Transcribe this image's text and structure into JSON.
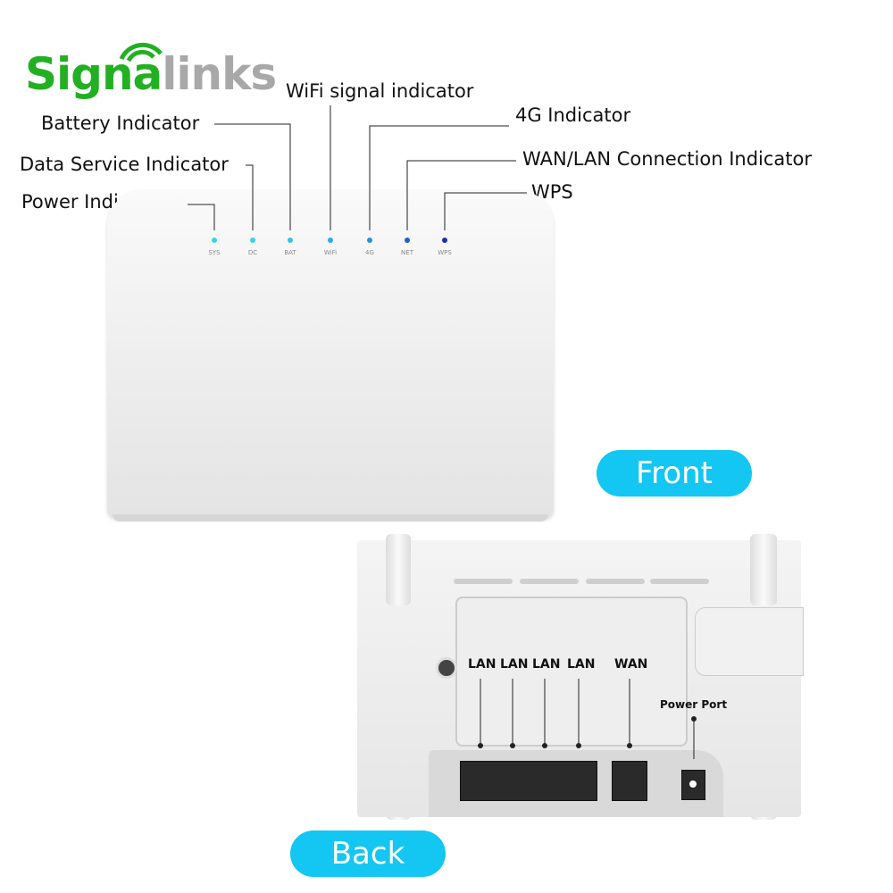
{
  "logo": {
    "text_green": "Signa",
    "text_gray": "links"
  },
  "annotations": {
    "wifi": "WiFi signal indicator",
    "battery": "Battery Indicator",
    "g4": "4G Indicator",
    "data": "Data Service Indicator",
    "wanlan": "WAN/LAN Connection Indicator",
    "power": "Power Indicator",
    "wps": "WPS"
  },
  "leds": [
    {
      "label": "SYS",
      "color": "#3fd2e6"
    },
    {
      "label": "DC",
      "color": "#3fd2e6"
    },
    {
      "label": "BAT",
      "color": "#35c4e4"
    },
    {
      "label": "WiFi",
      "color": "#2aaee0"
    },
    {
      "label": "4G",
      "color": "#2a90dc"
    },
    {
      "label": "NET",
      "color": "#1f5fd0"
    },
    {
      "label": "WPS",
      "color": "#1a2fb8"
    }
  ],
  "views": {
    "front": "Front",
    "back": "Back"
  },
  "back_ports": {
    "lan1": "LAN",
    "lan2": "LAN",
    "lan3": "LAN",
    "lan4": "LAN",
    "wan": "WAN",
    "power": "Power Port"
  },
  "colors": {
    "accent": "#14c6f2",
    "brand_green": "#22b022"
  }
}
